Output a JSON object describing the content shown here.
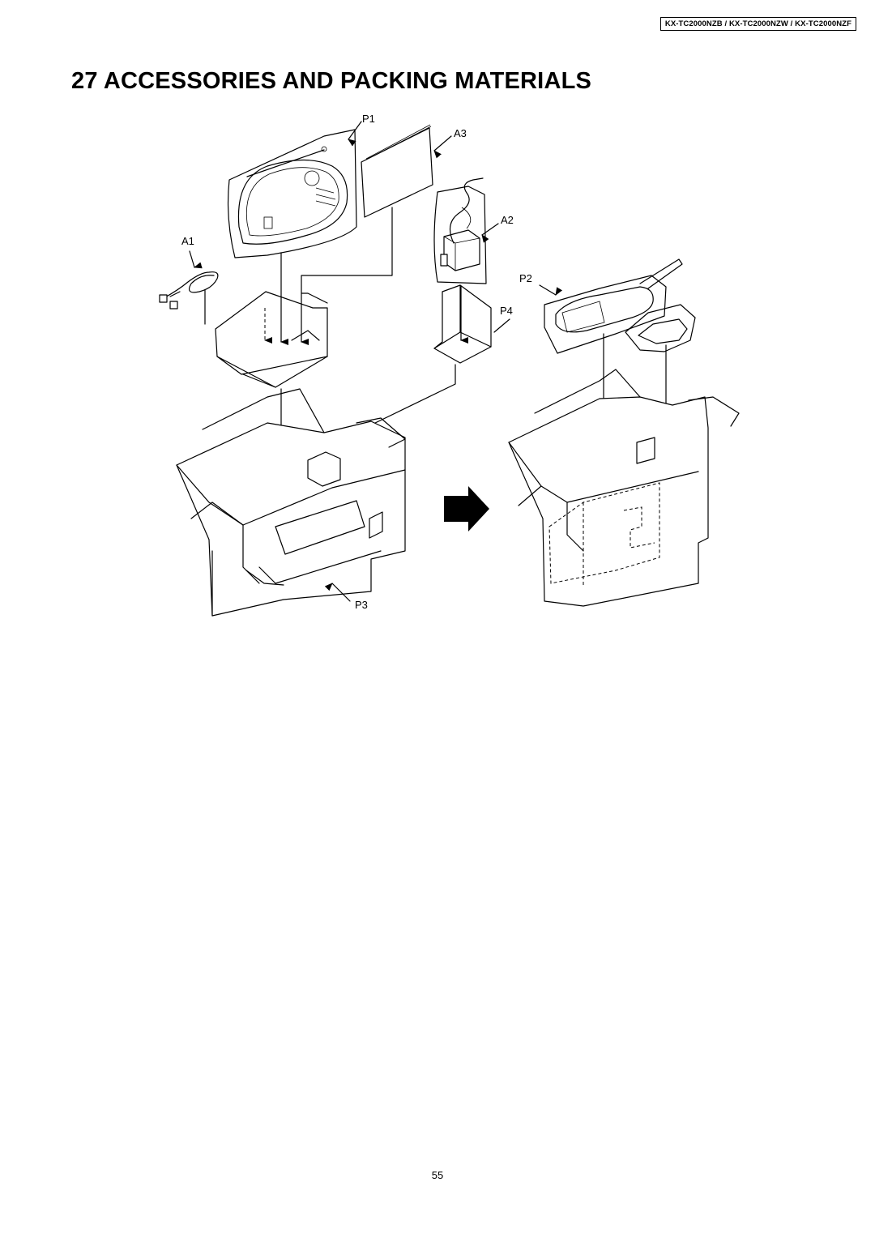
{
  "header": {
    "model_numbers": "KX-TC2000NZB / KX-TC2000NZW / KX-TC2000NZF"
  },
  "title": "27 ACCESSORIES AND PACKING MATERIALS",
  "labels": {
    "p1": "P1",
    "a3": "A3",
    "a2": "A2",
    "a1": "A1",
    "p2": "P2",
    "p4": "P4",
    "p3": "P3"
  },
  "footer": {
    "page_number": "55"
  }
}
